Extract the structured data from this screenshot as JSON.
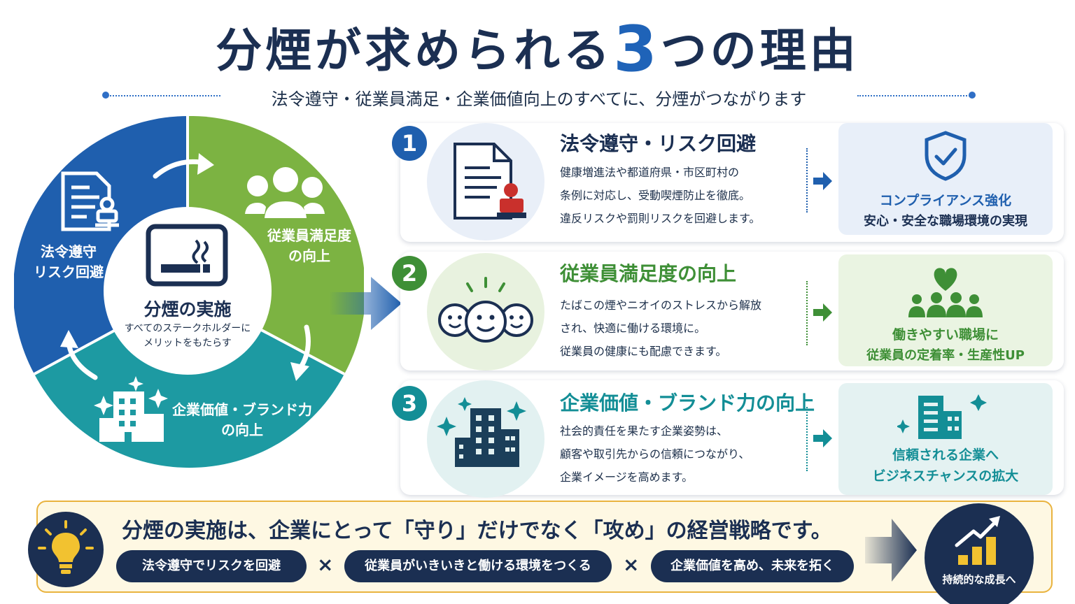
{
  "header": {
    "title_before": "分煙が求められる",
    "title_number": "3",
    "title_after": "つの理由",
    "subtitle": "法令遵守・従業員満足・企業価値向上のすべてに、分煙がつながります"
  },
  "wheel": {
    "segment_compliance": [
      "法令遵守",
      "リスク回避"
    ],
    "segment_satisfaction": [
      "従業員満足度",
      "の向上"
    ],
    "segment_value": [
      "企業価値・ブランド力",
      "の向上"
    ],
    "center_title": "分煙の実施",
    "center_desc": [
      "すべてのステークホルダーに",
      "メリットをもたらす"
    ]
  },
  "reasons": [
    {
      "number": "1",
      "title": "法令遵守・リスク回避",
      "desc": [
        "健康増進法や都道府県・市区町村の",
        "条例に対応し、受動喫煙防止を徹底。",
        "違反リスクや罰則リスクを回避します。"
      ],
      "result": [
        "コンプライアンス強化",
        "安心・安全な職場環境の実現"
      ],
      "color": "#1f5fae"
    },
    {
      "number": "2",
      "title": "従業員満足度の向上",
      "desc": [
        "たばこの煙やニオイのストレスから解放",
        "され、快適に働ける環境に。",
        "従業員の健康にも配慮できます。"
      ],
      "result": [
        "働きやすい職場に",
        "従業員の定着率・生産性UP"
      ],
      "color": "#3e8f36"
    },
    {
      "number": "3",
      "title": "企業価値・ブランド力の向上",
      "desc": [
        "社会的責任を果たす企業姿勢は、",
        "顧客や取引先からの信頼につながり、",
        "企業イメージを高めます。"
      ],
      "result": [
        "信頼される企業へ",
        "ビジネスチャンスの拡大"
      ],
      "color": "#138e96"
    }
  ],
  "bottom": {
    "title": "分煙の実施は、企業にとって「守り」だけでなく「攻め」の経営戦略です。",
    "pills": [
      "法令遵守でリスクを回避",
      "従業員がいきいきと働ける環境をつくる",
      "企業価値を高め、未来を拓く"
    ],
    "times": "×",
    "growth_label": "持続的な成長へ"
  },
  "colors": {
    "navy": "#1b2f52",
    "blue": "#1f5fae",
    "green": "#7cb342",
    "teal": "#1d9aa2",
    "accent_yellow": "#e9b33f"
  },
  "icons": {
    "document": "document-stamp-icon",
    "smiles": "smiling-people-icon",
    "buildings": "buildings-sparkle-icon",
    "no_smoking": "cigarette-sign-icon",
    "shield": "shield-check-icon",
    "heart_people": "heart-people-icon",
    "office": "office-building-icon",
    "bulb": "lightbulb-icon",
    "growth": "growth-chart-icon"
  }
}
